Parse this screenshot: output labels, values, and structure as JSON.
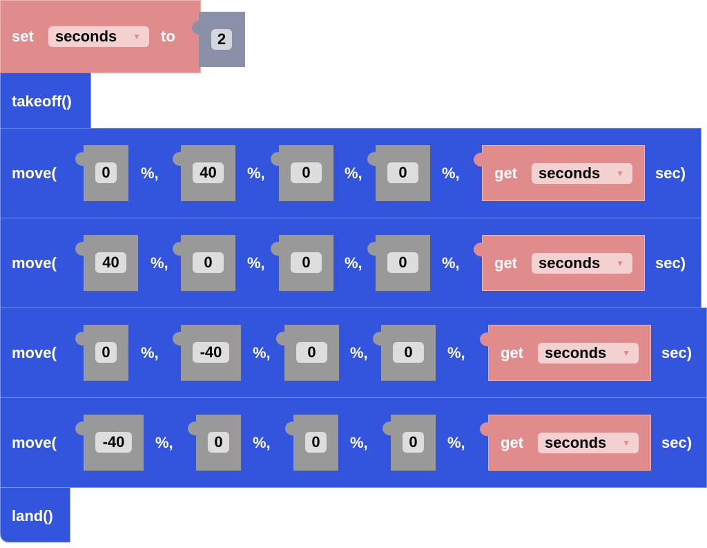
{
  "set_block": {
    "label_set": "set",
    "variable": "seconds",
    "label_to": "to",
    "value": "2"
  },
  "takeoff_block": {
    "label": "takeoff()"
  },
  "move_blocks": [
    {
      "label": "move(",
      "args": [
        "0",
        "40",
        "0",
        "0"
      ],
      "pct": "%,",
      "get_label": "get",
      "variable": "seconds",
      "unit": "sec)"
    },
    {
      "label": "move(",
      "args": [
        "40",
        "0",
        "0",
        "0"
      ],
      "pct": "%,",
      "get_label": "get",
      "variable": "seconds",
      "unit": "sec)"
    },
    {
      "label": "move(",
      "args": [
        "0",
        "-40",
        "0",
        "0"
      ],
      "pct": "%,",
      "get_label": "get",
      "variable": "seconds",
      "unit": "sec)"
    },
    {
      "label": "move(",
      "args": [
        "-40",
        "0",
        "0",
        "0"
      ],
      "pct": "%,",
      "get_label": "get",
      "variable": "seconds",
      "unit": "sec)"
    }
  ],
  "land_block": {
    "label": "land()"
  },
  "colors": {
    "variable_block": "#e08c8c",
    "drone_block": "#3355dd",
    "number_block": "#999999",
    "value_block": "#8a90a8"
  }
}
